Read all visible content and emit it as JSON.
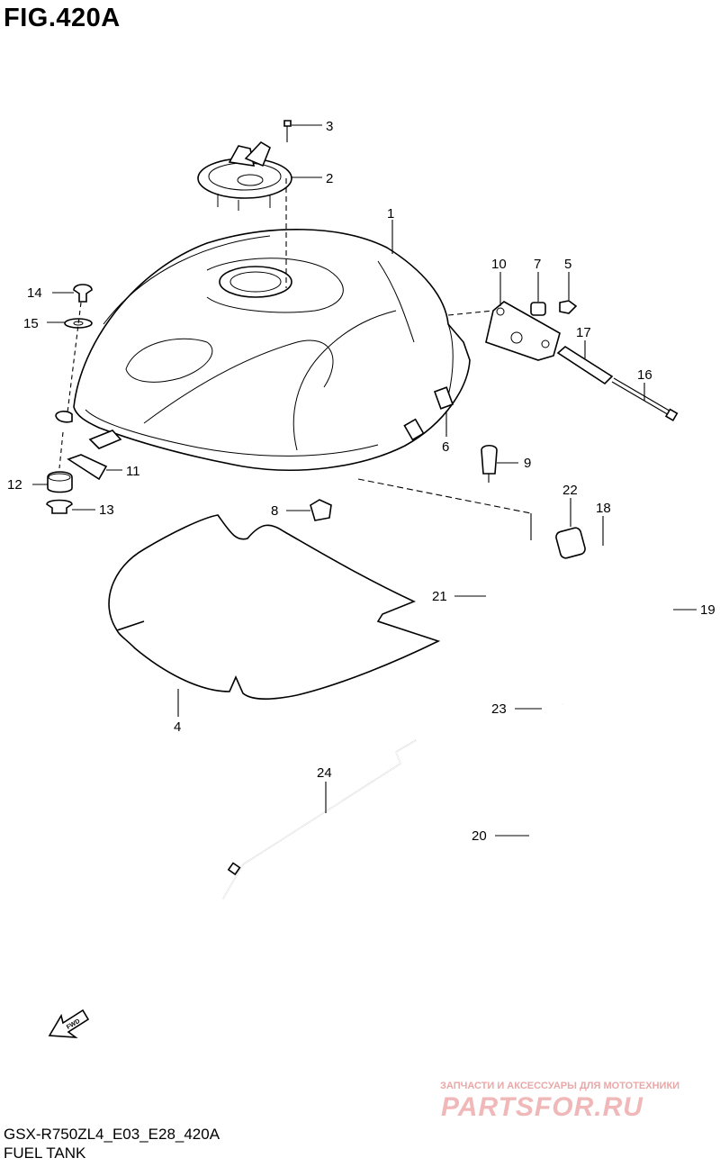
{
  "figure": {
    "title": "FIG.420A",
    "model_code": "GSX-R750ZL4_E03_E28_420A",
    "group_name": "FUEL TANK"
  },
  "callouts": {
    "c1": "1",
    "c2": "2",
    "c3": "3",
    "c4": "4",
    "c5": "5",
    "c6": "6",
    "c7": "7",
    "c8": "8",
    "c9": "9",
    "c10": "10",
    "c11": "11",
    "c12": "12",
    "c13": "13",
    "c14": "14",
    "c15": "15",
    "c16": "16",
    "c17": "17",
    "c18": "18",
    "c19": "19",
    "c20": "20",
    "c21": "21",
    "c22": "22",
    "c23": "23",
    "c24": "24"
  },
  "fwd_arrow": {
    "label": "FWD"
  },
  "watermark": {
    "tagline": "ЗАПЧАСТИ И АКСЕССУАРЫ ДЛЯ МОТОТЕХНИКИ",
    "logo": "PARTSFOR.RU",
    "color": "#f0b8b8"
  }
}
